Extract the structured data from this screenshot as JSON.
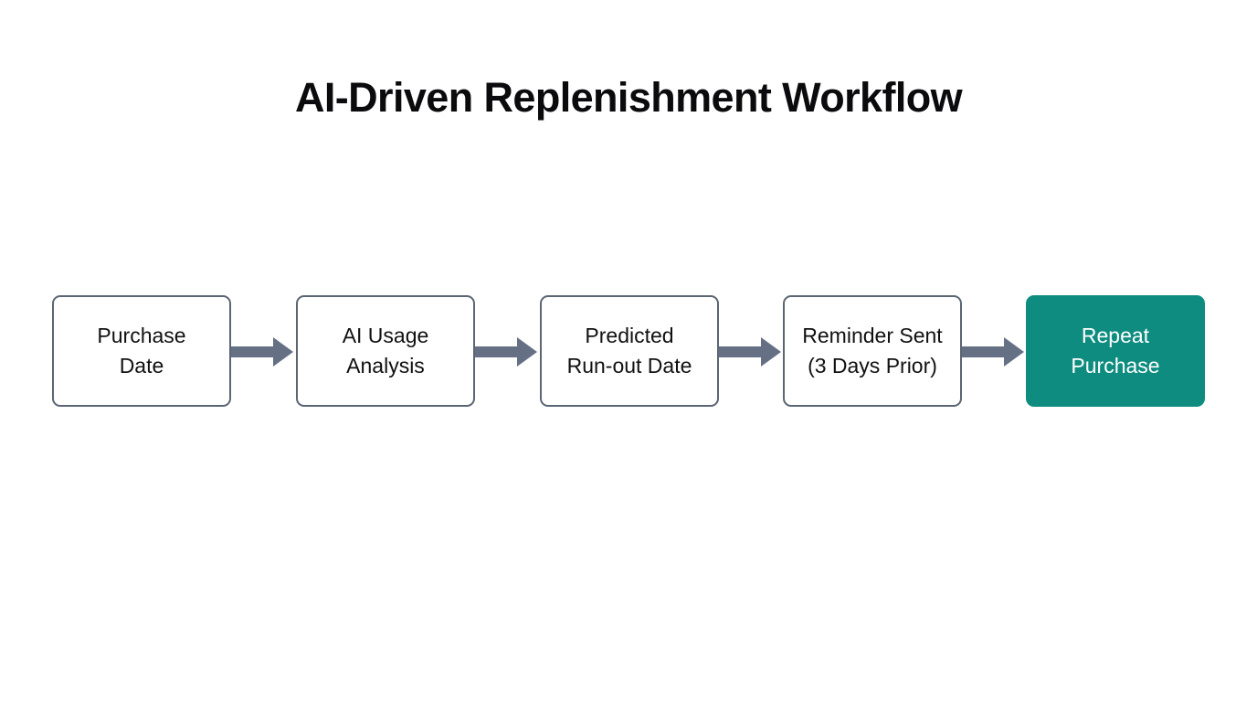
{
  "page": {
    "title": "AI-Driven Replenishment Workflow",
    "background_color": "#ffffff",
    "title_color": "#0b0b0d"
  },
  "diagram": {
    "type": "linear-flow",
    "orientation": "left-to-right",
    "node_border_color": "#5b6573",
    "node_fill_color": "#ffffff",
    "accent_fill_color": "#0e8c80",
    "accent_text_color": "#ffffff",
    "arrow_color": "#667085",
    "node_count": 5,
    "arrow_count": 4,
    "nodes": [
      {
        "id": "purchase-date",
        "label": "Purchase\nDate",
        "line1": "Purchase",
        "line2": "Date",
        "style": "plain"
      },
      {
        "id": "ai-usage-analysis",
        "label": "AI Usage\nAnalysis",
        "line1": "AI Usage",
        "line2": "Analysis",
        "style": "plain"
      },
      {
        "id": "predicted-run-out-date",
        "label": "Predicted\nRun-out Date",
        "line1": "Predicted",
        "line2": "Run-out Date",
        "style": "plain"
      },
      {
        "id": "reminder-sent",
        "label": "Reminder Sent\n(3 Days Prior)",
        "line1": "Reminder Sent",
        "line2": "(3 Days Prior)",
        "style": "plain"
      },
      {
        "id": "repeat-purchase",
        "label": "Repeat\nPurchase",
        "line1": "Repeat",
        "line2": "Purchase",
        "style": "accent"
      }
    ],
    "connectors": [
      {
        "id": "connector-1",
        "from": "purchase-date",
        "to": "ai-usage-analysis",
        "icon": "arrow-right-icon"
      },
      {
        "id": "connector-2",
        "from": "ai-usage-analysis",
        "to": "predicted-run-out-date",
        "icon": "arrow-right-icon"
      },
      {
        "id": "connector-3",
        "from": "predicted-run-out-date",
        "to": "reminder-sent",
        "icon": "arrow-right-icon"
      },
      {
        "id": "connector-4",
        "from": "reminder-sent",
        "to": "repeat-purchase",
        "icon": "arrow-right-icon"
      }
    ]
  }
}
